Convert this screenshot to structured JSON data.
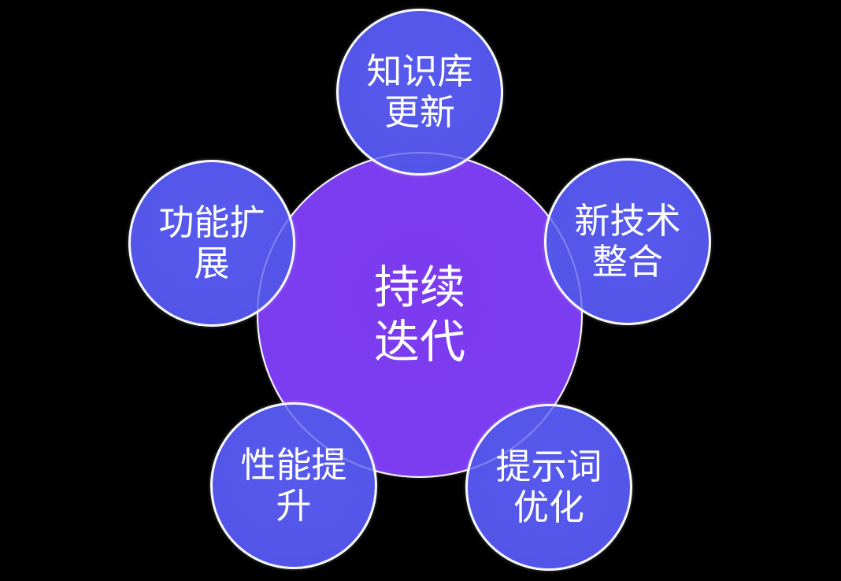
{
  "diagram": {
    "type": "hub-and-spoke-circle-diagram",
    "background_color": "#000000",
    "outline_color": "#FFFFFF",
    "text_color": "#FFFFFF",
    "center_node": {
      "label_line1": "持续",
      "label_line2": "迭代",
      "full_label": "持续迭代",
      "fill_color": "#7C3CF0"
    },
    "satellite_fill_color": "#5355E8",
    "satellites": [
      {
        "id": "knowledge-base-update",
        "position": "top",
        "label_line1": "知识库",
        "label_line2": "更新",
        "full_label": "知识库更新"
      },
      {
        "id": "new-technology-integration",
        "position": "right",
        "label_line1": "新技术",
        "label_line2": "整合",
        "full_label": "新技术整合"
      },
      {
        "id": "prompt-optimization",
        "position": "bottom-right",
        "label_line1": "提示词",
        "label_line2": "优化",
        "full_label": "提示词优化"
      },
      {
        "id": "performance-improvement",
        "position": "bottom-left",
        "label_line1": "性能提",
        "label_line2": "升",
        "full_label": "性能提升"
      },
      {
        "id": "feature-expansion",
        "position": "left",
        "label_line1": "功能扩",
        "label_line2": "展",
        "full_label": "功能扩展"
      }
    ]
  }
}
